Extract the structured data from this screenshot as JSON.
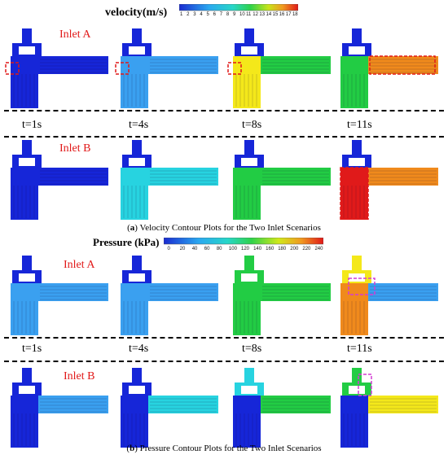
{
  "figure": {
    "velocity": {
      "legend_title": "velocity(m/s)",
      "ticks": [
        "1",
        "2",
        "3",
        "4",
        "5",
        "6",
        "7",
        "8",
        "9",
        "10",
        "11",
        "12",
        "13",
        "14",
        "15",
        "16",
        "17",
        "18"
      ],
      "inlet_a_label": "Inlet A",
      "inlet_b_label": "Inlet B",
      "times": [
        "t=1s",
        "t=4s",
        "t=8s",
        "t=11s"
      ],
      "caption_letter": "a",
      "caption_text": "Velocity Contour Plots for the Two Inlet Scenarios"
    },
    "pressure": {
      "legend_title": "Pressure (kPa)",
      "ticks": [
        "0",
        "20",
        "40",
        "60",
        "80",
        "100",
        "120",
        "140",
        "160",
        "180",
        "200",
        "220",
        "240"
      ],
      "inlet_a_label": "Inlet A",
      "inlet_b_label": "Inlet B",
      "times": [
        "t=1s",
        "t=4s",
        "t=8s",
        "t=11s"
      ],
      "caption_letter": "b",
      "caption_text": "Pressure Contour Plots for the Two Inlet Scenarios"
    }
  },
  "colors": {
    "deep_blue": "#1626d8",
    "light_blue": "#3aa0f0",
    "cyan": "#27d3e0",
    "green": "#22cc44",
    "yellow": "#f4e81a",
    "orange": "#f08a1c",
    "red": "#e01a1a",
    "highlight_red": "#e11919",
    "highlight_magenta": "#d43ad4"
  }
}
